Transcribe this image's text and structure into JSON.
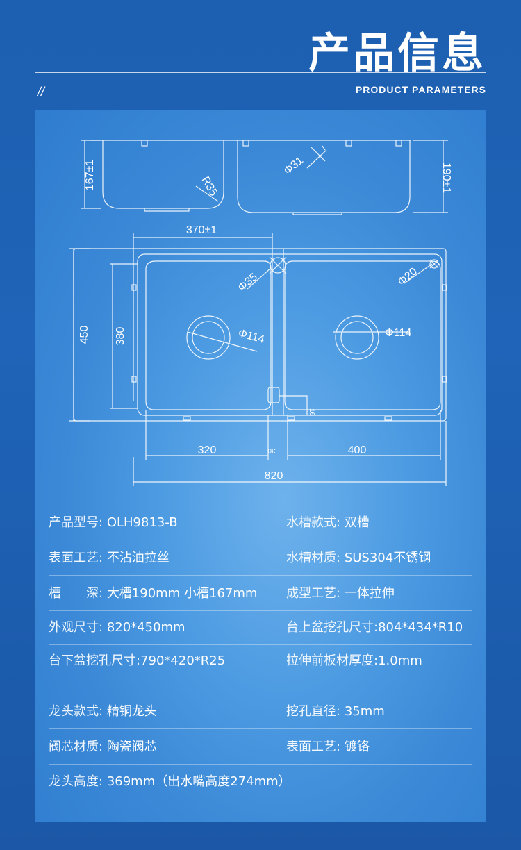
{
  "header": {
    "title": "产品信息",
    "slashes": "//",
    "subtitle": "PRODUCT PARAMETERS"
  },
  "drawing": {
    "dims": {
      "side_left_height": "167±1",
      "side_right_height": "190±1",
      "side_radius": "R35",
      "side_hole": "Φ31",
      "top_width": "370±1",
      "tap_hole": "Φ35",
      "corner_hole": "Φ20",
      "drain_left": "Φ114",
      "drain_right": "Φ114",
      "outer_depth": "450",
      "inner_depth": "380",
      "left_bowl": "320",
      "divider": "30",
      "right_bowl": "400",
      "overall_width": "820",
      "small_mark": "16"
    }
  },
  "specs": {
    "rows": [
      [
        {
          "label": "产品型号:",
          "value": "OLH9813-B"
        },
        {
          "label": "水槽款式:",
          "value": "双槽"
        }
      ],
      [
        {
          "label": "表面工艺:",
          "value": "不沾油拉丝"
        },
        {
          "label": "水槽材质:",
          "value": "SUS304不锈钢"
        }
      ],
      [
        {
          "label": "槽　　深:",
          "value": "大槽190mm 小槽167mm"
        },
        {
          "label": "成型工艺:",
          "value": "一体拉伸"
        }
      ],
      [
        {
          "label": "外观尺寸:",
          "value": "820*450mm"
        },
        {
          "label": "台上盆挖孔尺寸:",
          "value": "804*434*R10"
        }
      ],
      [
        {
          "label": "台下盆挖孔尺寸:",
          "value": "790*420*R25"
        },
        {
          "label": "拉伸前板材厚度:",
          "value": "1.0mm"
        }
      ],
      [
        {
          "label": "龙头款式:",
          "value": "精铜龙头"
        },
        {
          "label": "挖孔直径:",
          "value": "35mm"
        }
      ],
      [
        {
          "label": "阀芯材质:",
          "value": "陶瓷阀芯"
        },
        {
          "label": "表面工艺:",
          "value": "镀铬"
        }
      ],
      [
        {
          "label": "龙头高度:",
          "value": "369mm（出水嘴高度274mm）"
        },
        {
          "label": "",
          "value": ""
        }
      ]
    ]
  }
}
